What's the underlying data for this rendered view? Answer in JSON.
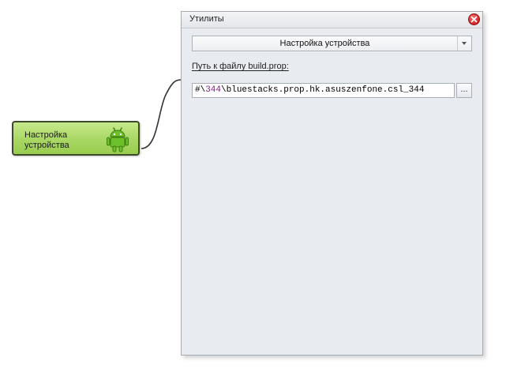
{
  "node": {
    "label": "Настройка устройства",
    "icon": "android-icon",
    "color": "#a8d764"
  },
  "panel": {
    "title": "Утилиты",
    "close_icon": "close-icon",
    "close_color": "#d42424",
    "action_select": {
      "value": "Настройка устройства"
    },
    "path_label": "Путь к файлу build.prop:",
    "path_input": {
      "prefix": "#\\",
      "variable": "344",
      "suffix": "\\bluestacks.prop.hk.asuszenfone.csl_344"
    },
    "browse_label": "..."
  }
}
